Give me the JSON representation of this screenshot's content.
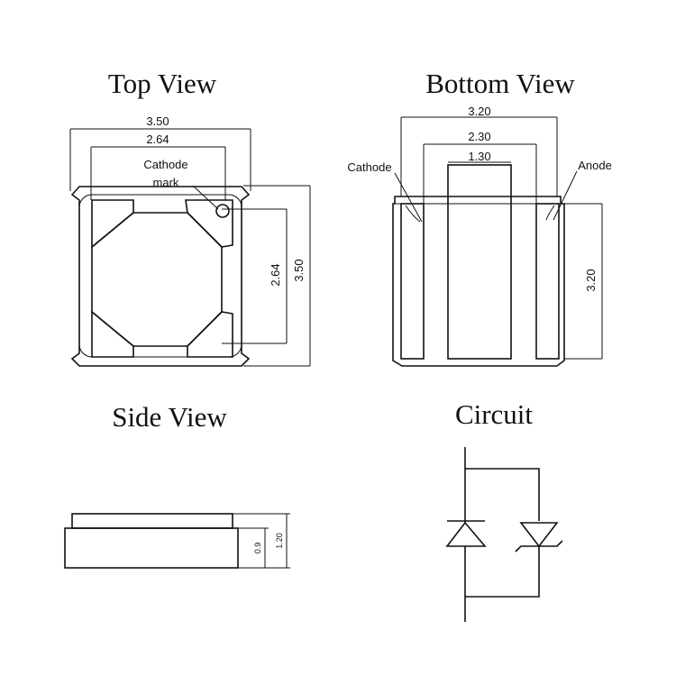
{
  "titles": {
    "top_view": "Top View",
    "bottom_view": "Bottom View",
    "side_view": "Side View",
    "circuit": "Circuit"
  },
  "top_view": {
    "dim_width_outer": "3.50",
    "dim_width_inner": "2.64",
    "dim_height_inner": "2.64",
    "dim_height_outer": "3.50",
    "cathode_mark_label_line1": "Cathode",
    "cathode_mark_label_line2": "mark"
  },
  "bottom_view": {
    "dim_width_outer": "3.20",
    "dim_width_mid": "2.30",
    "dim_width_inner": "1.30",
    "dim_height": "3.20",
    "cathode_label": "Cathode",
    "anode_label": "Anode"
  },
  "side_view": {
    "dim_body": "0.9",
    "dim_total": "1.20"
  }
}
